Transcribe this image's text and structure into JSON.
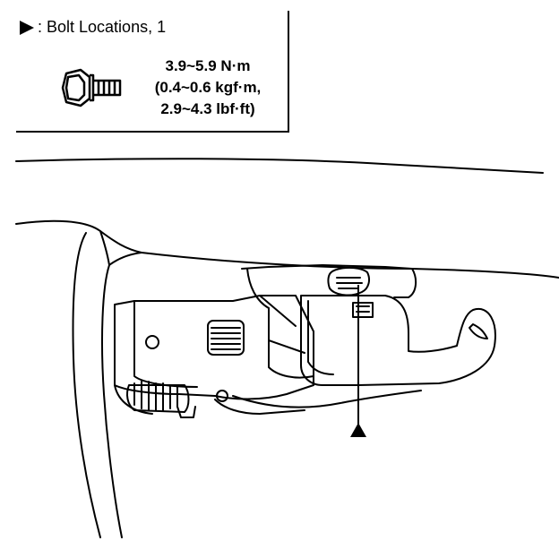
{
  "legend": {
    "title": ": Bolt Locations, 1",
    "torque_lines": [
      "3.9~5.9 N·m",
      "(0.4~0.6 kgf·m,",
      "2.9~4.3 lbf·ft)"
    ]
  },
  "icons": {
    "legend_marker": "triangle-marker-icon",
    "bolt": "flange-bolt-icon",
    "location_marker": "triangle-pointer-icon"
  },
  "colors": {
    "ink": "#000000",
    "background": "#ffffff"
  }
}
